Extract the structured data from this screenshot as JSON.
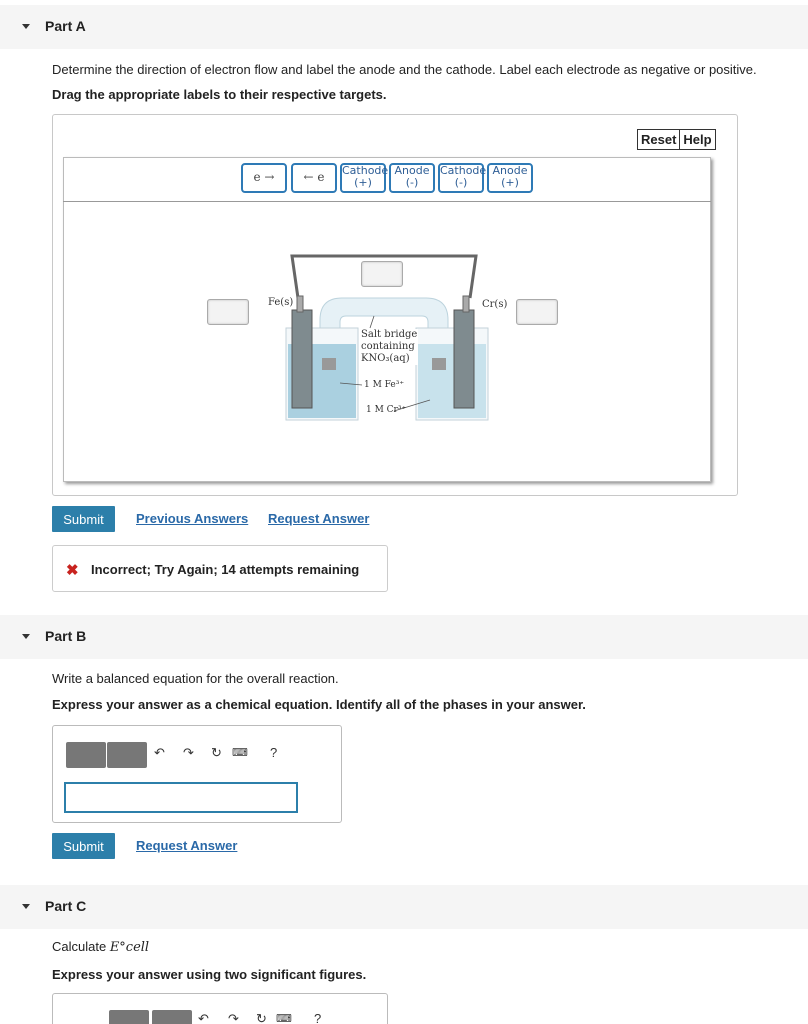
{
  "partA": {
    "title": "Part A",
    "instruction": "Determine the direction of electron flow and label the anode and the cathode. Label each electrode as negative or positive.",
    "directive": "Drag the appropriate labels to their respective targets.",
    "reset_label": "Reset",
    "help_label": "Help",
    "tiles": [
      {
        "line1": "e →",
        "line2": ""
      },
      {
        "line1": "← e",
        "line2": ""
      },
      {
        "line1": "Cathode",
        "line2": "(+)"
      },
      {
        "line1": "Anode",
        "line2": "(-)"
      },
      {
        "line1": "Cathode",
        "line2": "(-)"
      },
      {
        "line1": "Anode",
        "line2": "(+)"
      }
    ],
    "diagram": {
      "left_electrode": "Fe(s)",
      "right_electrode": "Cr(s)",
      "salt_bridge_line1": "Salt bridge",
      "salt_bridge_line2": "containing",
      "salt_bridge_line3": "KNO₃(aq)",
      "left_solution": "1 M Fe³⁺",
      "right_solution": "1 M Cr³⁺"
    },
    "submit_label": "Submit",
    "previous_answers_label": "Previous Answers",
    "request_answer_label": "Request Answer",
    "feedback_text": "Incorrect; Try Again; 14 attempts remaining"
  },
  "partB": {
    "title": "Part B",
    "instruction": "Write a balanced equation for the overall reaction.",
    "directive": "Express your answer as a chemical equation. Identify all of the phases in your answer.",
    "toolbar_help": "?",
    "submit_label": "Submit",
    "request_answer_label": "Request Answer"
  },
  "partC": {
    "title": "Part C",
    "instruction_prefix": "Calculate ",
    "instruction_symbol": "E°cell",
    "directive": "Express your answer using two significant figures.",
    "toolbar_help": "?"
  },
  "colors": {
    "accent": "#2c7faa",
    "link": "#2a69a8",
    "error": "#c8231f",
    "header_bg": "#f5f5f5"
  }
}
